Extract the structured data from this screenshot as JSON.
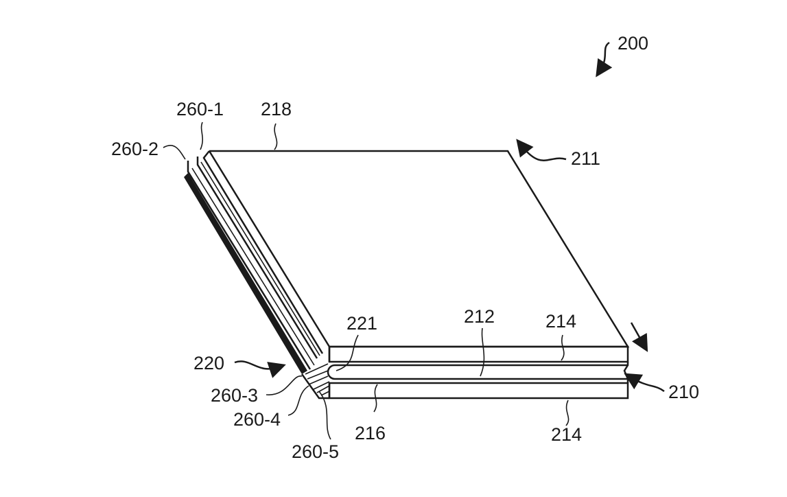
{
  "figure": {
    "labels": {
      "l200": "200",
      "l260_1": "260-1",
      "l218": "218",
      "l260_2": "260-2",
      "l211": "211",
      "l221": "221",
      "l212": "212",
      "l214_top": "214",
      "l220": "220",
      "l260_3": "260-3",
      "l210": "210",
      "l260_4": "260-4",
      "l216": "216",
      "l214_bottom": "214",
      "l260_5": "260-5"
    }
  }
}
